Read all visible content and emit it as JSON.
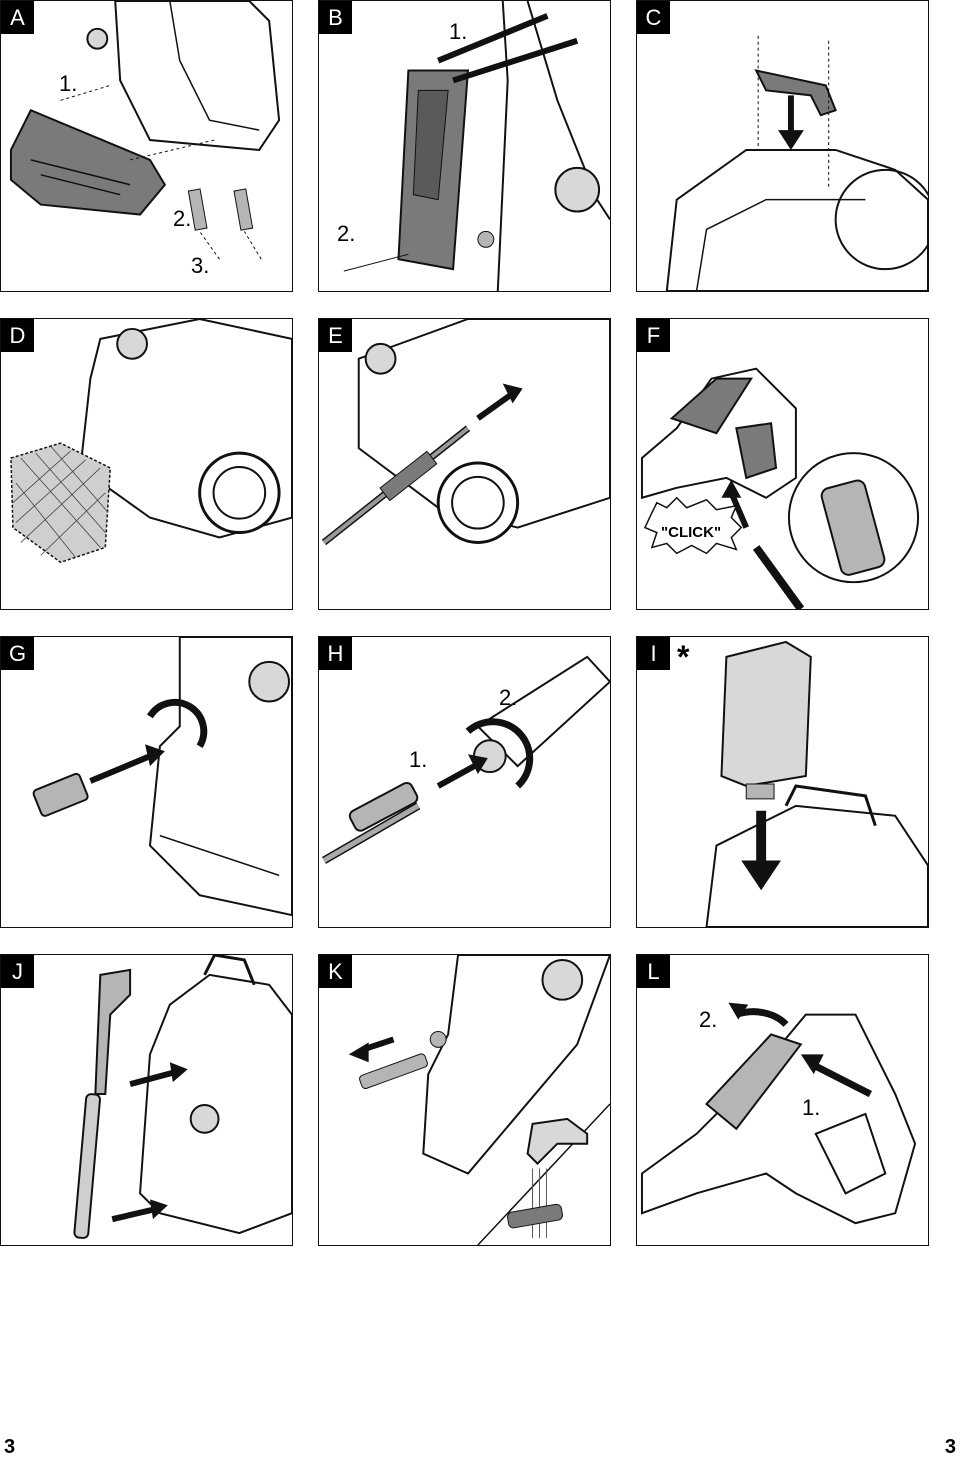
{
  "panels": {
    "a": {
      "letter": "A",
      "steps": [
        "1.",
        "2.",
        "3."
      ]
    },
    "b": {
      "letter": "B",
      "steps": [
        "1.",
        "2."
      ]
    },
    "c": {
      "letter": "C"
    },
    "d": {
      "letter": "D"
    },
    "e": {
      "letter": "E"
    },
    "f": {
      "letter": "F",
      "click": "\"CLICK\""
    },
    "g": {
      "letter": "G"
    },
    "h": {
      "letter": "H",
      "steps": [
        "1.",
        "2."
      ]
    },
    "i": {
      "letter": "I",
      "star": "*"
    },
    "j": {
      "letter": "J"
    },
    "k": {
      "letter": "K"
    },
    "l": {
      "letter": "L",
      "steps": [
        "2.",
        "1."
      ]
    }
  },
  "footer": {
    "page_left": "3",
    "page_right": "3"
  },
  "colors": {
    "ink": "#111111",
    "shade": "#7a7a7a",
    "light": "#d8d8d8",
    "mid": "#b5b5b5"
  }
}
